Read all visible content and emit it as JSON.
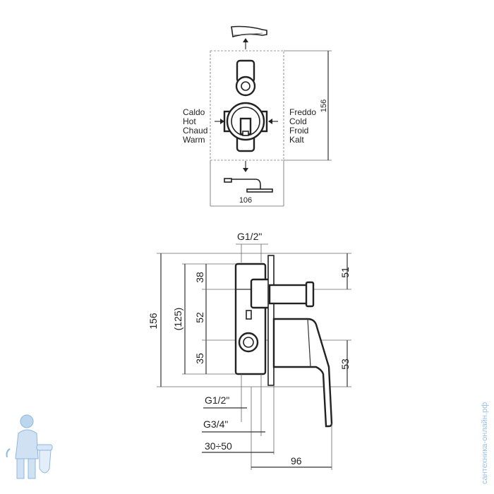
{
  "top_view": {
    "left_labels": [
      "Caldo",
      "Hot",
      "Chaud",
      "Warm"
    ],
    "right_labels": [
      "Freddo",
      "Cold",
      "Froid",
      "Kalt"
    ],
    "dim_height": "156",
    "dim_width": "106"
  },
  "side_view": {
    "dim_total_height": "156",
    "dim_body_height": "(125)",
    "dim_upper": "38",
    "dim_middle": "52",
    "dim_lower": "35",
    "dim_right_upper": "51",
    "dim_right_lower": "53",
    "connection_top": "G1/2\"",
    "connection_bottom_1": "G1/2\"",
    "connection_bottom_2": "G3/4\"",
    "depth_range": "30÷50",
    "depth_total": "96"
  },
  "watermark": {
    "text": "сантехника-онлайн.рф"
  }
}
